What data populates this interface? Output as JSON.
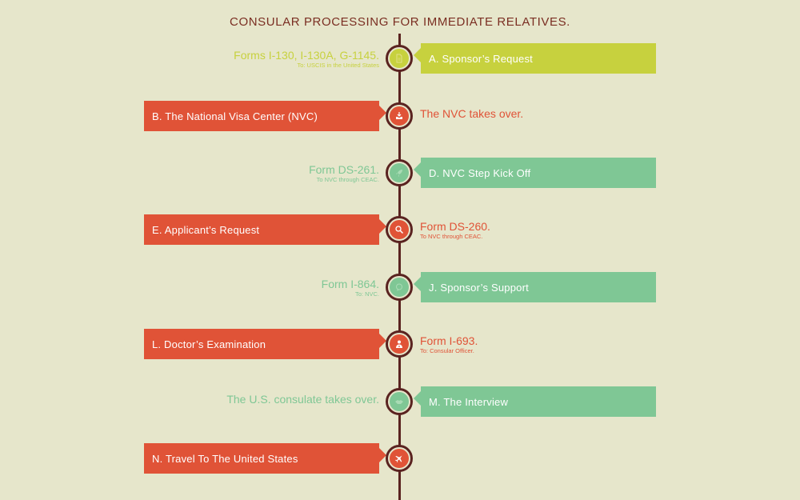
{
  "title": "CONSULAR PROCESSING FOR IMMEDIATE RELATIVES.",
  "colors": {
    "background": "#e6e6cb",
    "line": "#5a2320",
    "title": "#7a2e22",
    "lime": "#c7d13e",
    "red": "#e05337",
    "green": "#7fc795"
  },
  "steps": [
    {
      "label": "A. Sponsor’s Request",
      "note_main": "Forms I-130, I-130A, G-1145.",
      "note_sub": "To: USCIS in the United States",
      "icon": "document-icon"
    },
    {
      "label": "B. The National Visa Center (NVC)",
      "note_main": "The NVC takes over.",
      "icon": "inbox-download-icon"
    },
    {
      "label": "D. NVC Step Kick Off",
      "note_main": "Form DS-261.",
      "note_sub": "To NVC through CEAC.",
      "icon": "rocket-icon"
    },
    {
      "label": "E. Applicant’s Request",
      "note_main": "Form DS-260.",
      "note_sub": "To NVC through CEAC.",
      "icon": "magnifier-icon"
    },
    {
      "label": "J. Sponsor’s Support",
      "note_main": "Form I-864.",
      "note_sub": "To: NVC.",
      "icon": "chat-bubble-icon"
    },
    {
      "label": "L. Doctor’s Examination",
      "note_main": "Form I-693.",
      "note_sub": "To: Consular Officer.",
      "icon": "doctor-icon"
    },
    {
      "label": "M. The Interview",
      "note_main": "The U.S. consulate takes over.",
      "icon": "handshake-icon"
    },
    {
      "label": "N. Travel To The United States",
      "icon": "airplane-icon"
    }
  ]
}
